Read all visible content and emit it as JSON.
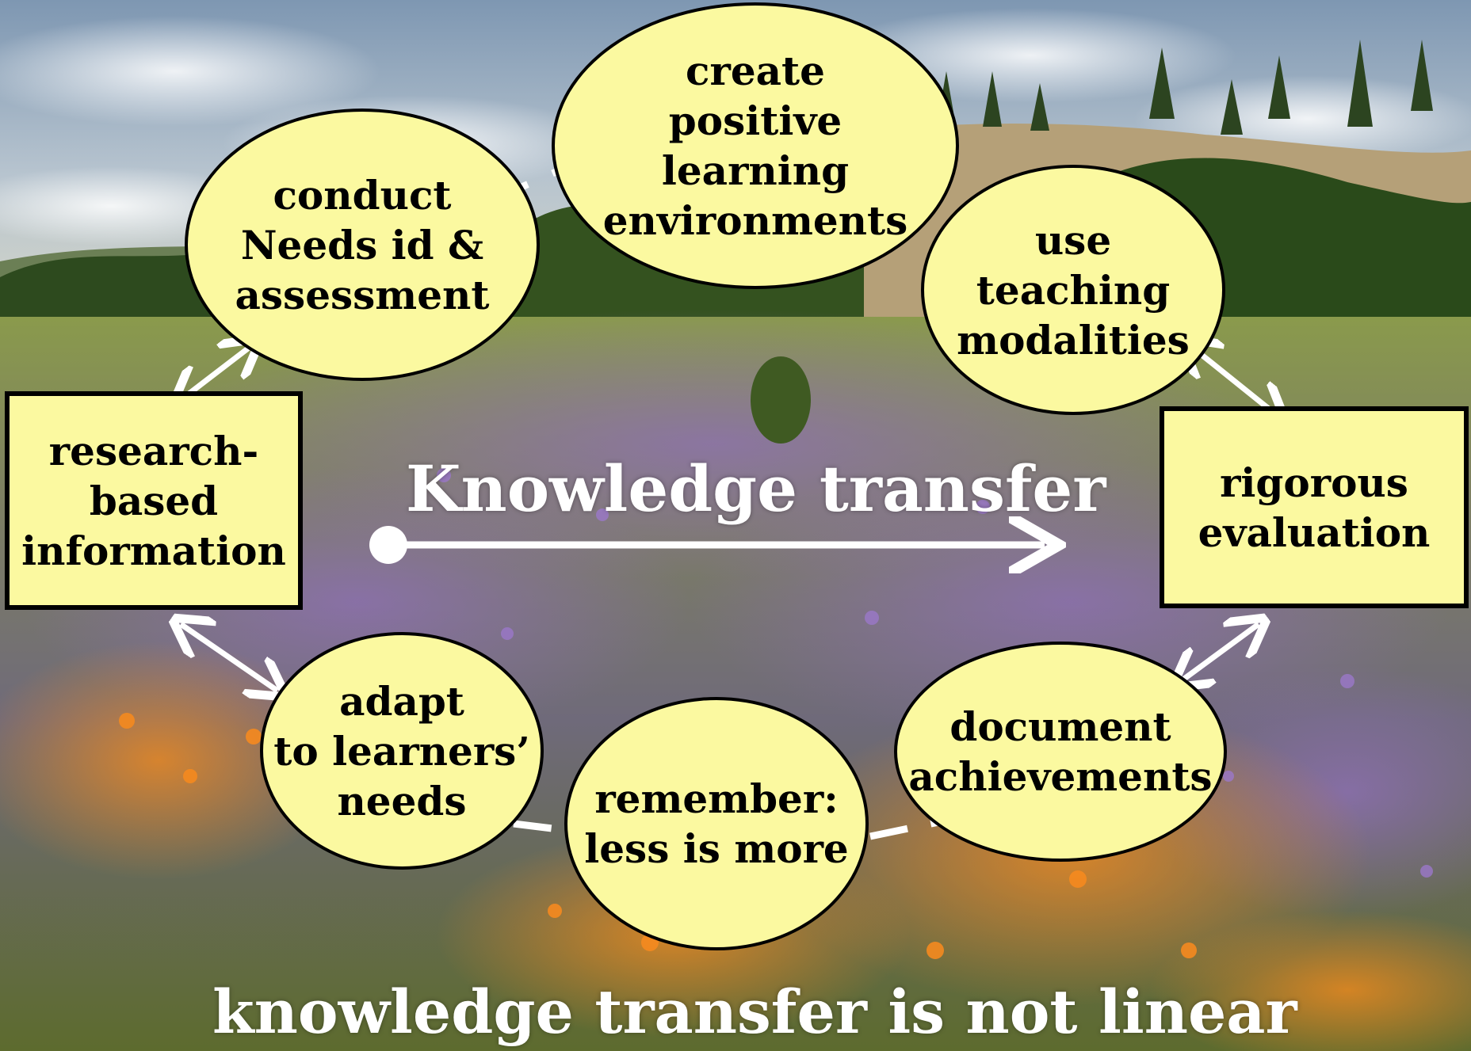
{
  "colors": {
    "node_fill": "#fbf9a0",
    "node_border": "#000000",
    "connector": "#ffffff",
    "heading": "#ffffff"
  },
  "nodes": {
    "create": "create\npositive\nlearning\nenvironments",
    "conduct": "conduct\nNeeds id &\nassessment",
    "use_teaching": "use\nteaching\nmodalities",
    "research": "research-\nbased\ninformation",
    "rigorous": "rigorous\nevaluation",
    "adapt": "adapt\nto learners’\nneeds",
    "remember": "remember:\nless is more",
    "document": "document\nachievements"
  },
  "center_title": "Knowledge transfer",
  "footer_title": "knowledge transfer is not linear"
}
